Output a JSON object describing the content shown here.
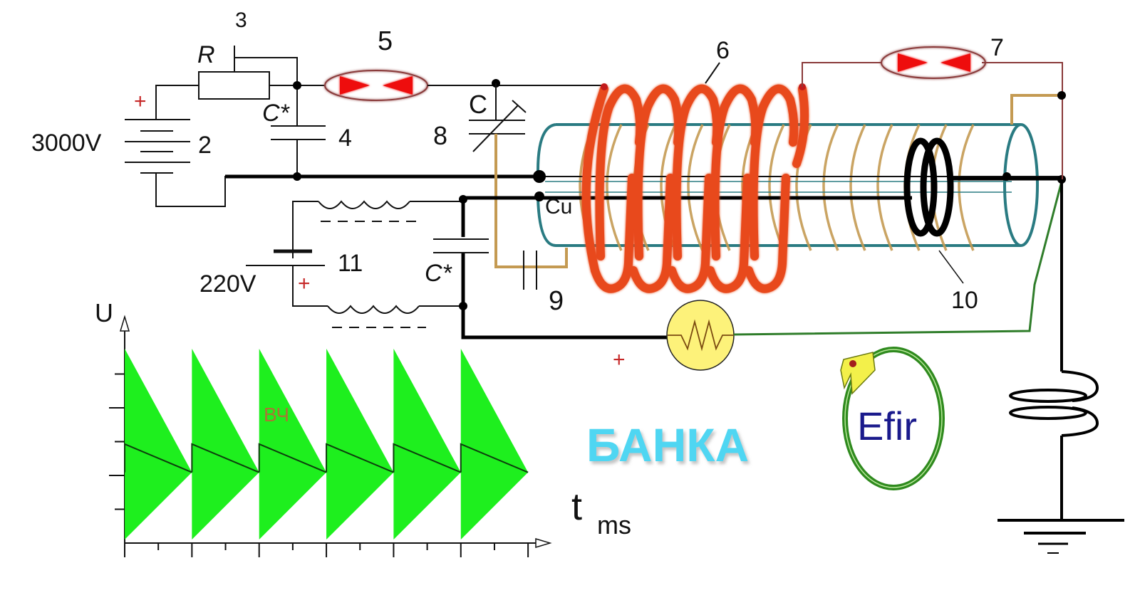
{
  "diagram": {
    "title_label": "БАНКА",
    "logo_text": "Efir",
    "component_labels": {
      "resistor_R": "R",
      "resistor_number": "3",
      "battery_voltage": "3000V",
      "battery_number": "2",
      "capacitor_c_star_top": "C*",
      "capacitor_number_4": "4",
      "spark_gap_number_5": "5",
      "variable_capacitor_C": "C",
      "variable_capacitor_number": "8",
      "primary_coil_number": "6",
      "spark_gap_number_7": "7",
      "copper_label": "Cu",
      "capacitor_number_9": "9",
      "secondary_coil_number": "10",
      "supply_voltage": "220V",
      "supply_number": "11",
      "capacitor_c_star_bottom": "C*",
      "plus_sign": "+"
    },
    "colors": {
      "primary_coil": "#e8491c",
      "secondary_winding": "#c49a52",
      "tube_outline": "#2a7b82",
      "spark_gap_fill": "#ee1111",
      "spark_gap_outline": "#8a3a3a",
      "ground_return_wire": "#2f7d2a",
      "lamp_fill": "#fdf27a",
      "waveform_fill": "#12ee12",
      "title_color": "#4fd6f2",
      "logo_text_color": "#1a1a8c",
      "plus_color": "#c62828"
    }
  },
  "chart_data": {
    "type": "area",
    "title": "",
    "xlabel": "t",
    "xlabel_unit": "ms",
    "ylabel": "U",
    "annotation": "ВЧ",
    "pulse_count": 6,
    "x": [
      0,
      1,
      2,
      3,
      4,
      5,
      6
    ],
    "ylim": [
      0,
      6
    ],
    "xlim": [
      0,
      6.2
    ],
    "envelope": {
      "peak_high": 5.5,
      "peak_low": 0.1,
      "center": 2
    },
    "sawtooth": {
      "start": 2.8,
      "end": 2
    },
    "y_ticks": 5,
    "x_minor_ticks_per_period": 2,
    "grid": false
  }
}
